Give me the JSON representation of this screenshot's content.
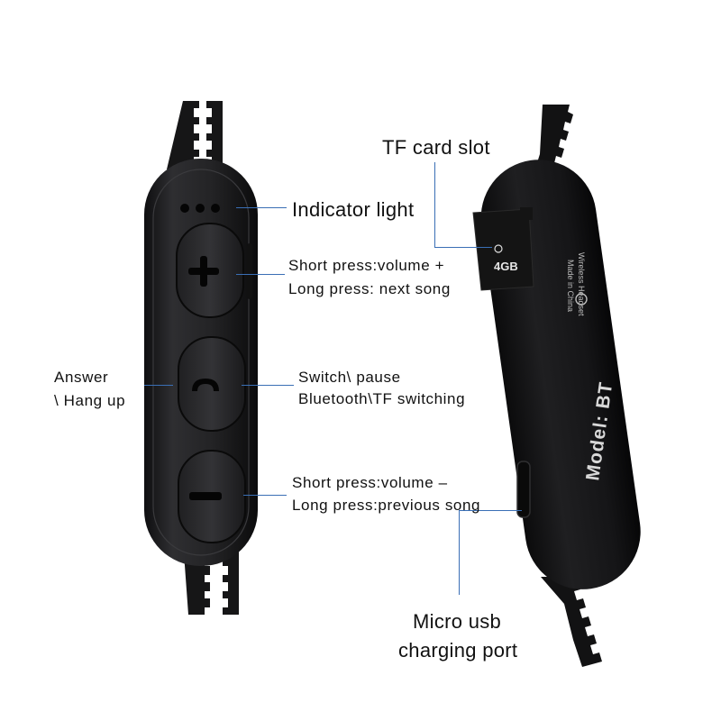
{
  "front": {
    "indicator_label": "Indicator light",
    "volume_up": {
      "line1": "Short press:volume +",
      "line2": "Long press: next song"
    },
    "answer": {
      "line1": "Answer",
      "line2": "\\ Hang up"
    },
    "switch": {
      "line1": "Switch\\ pause",
      "line2": "Bluetooth\\TF switching"
    },
    "volume_down": {
      "line1": "Short press:volume –",
      "line2": "Long press:previous song"
    }
  },
  "back": {
    "tf_slot_label": "TF card slot",
    "usb_label": {
      "line1": "Micro usb",
      "line2": "charging port"
    },
    "model_text": "Model: BT",
    "headset_text": {
      "line1": "Wireless Headset",
      "line2": "Made in China"
    },
    "sd_capacity": "4GB"
  },
  "colors": {
    "body": "#1d1d1f",
    "button": "#2a2a2c",
    "leader_line": "#3a6fb5",
    "card": "#121212"
  }
}
